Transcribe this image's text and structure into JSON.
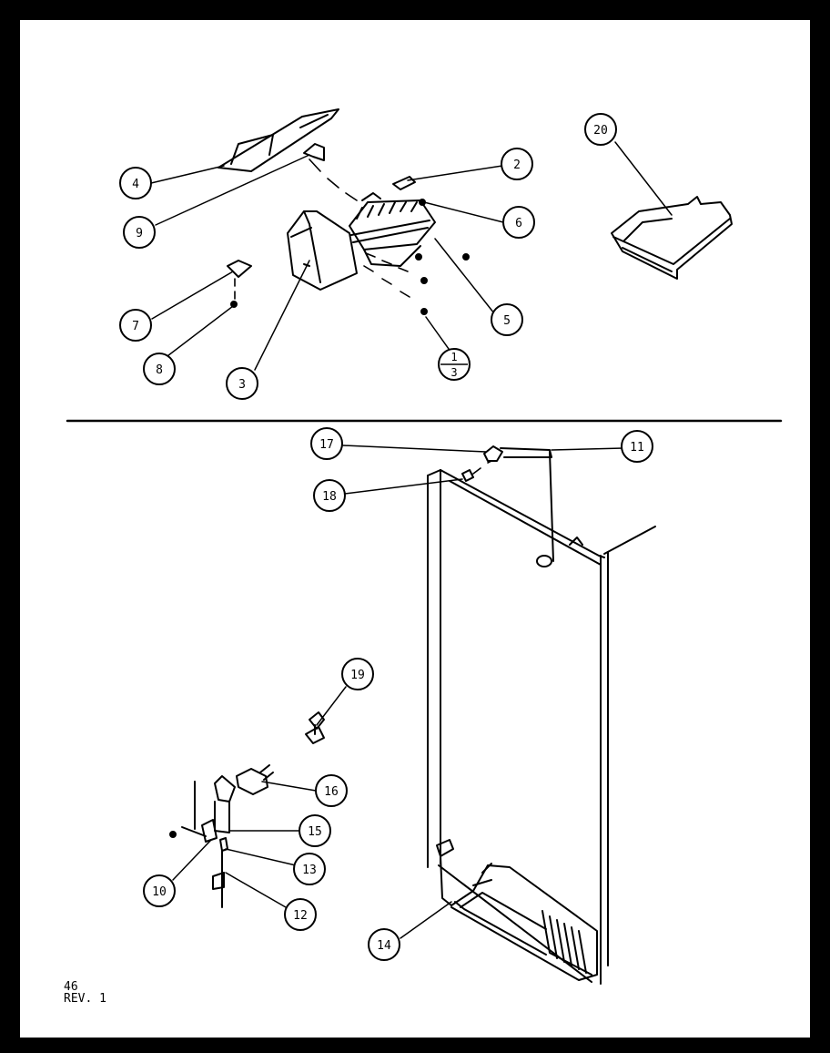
{
  "callouts": [
    "2",
    "3",
    "4",
    "5",
    "6",
    "7",
    "8",
    "9",
    "10",
    "11",
    "12",
    "13",
    "14",
    "15",
    "16",
    "17",
    "18",
    "19",
    "20"
  ],
  "split_callout": {
    "top": "1",
    "bottom": "3"
  },
  "footer": {
    "page": "46",
    "rev": "REV. 1"
  }
}
